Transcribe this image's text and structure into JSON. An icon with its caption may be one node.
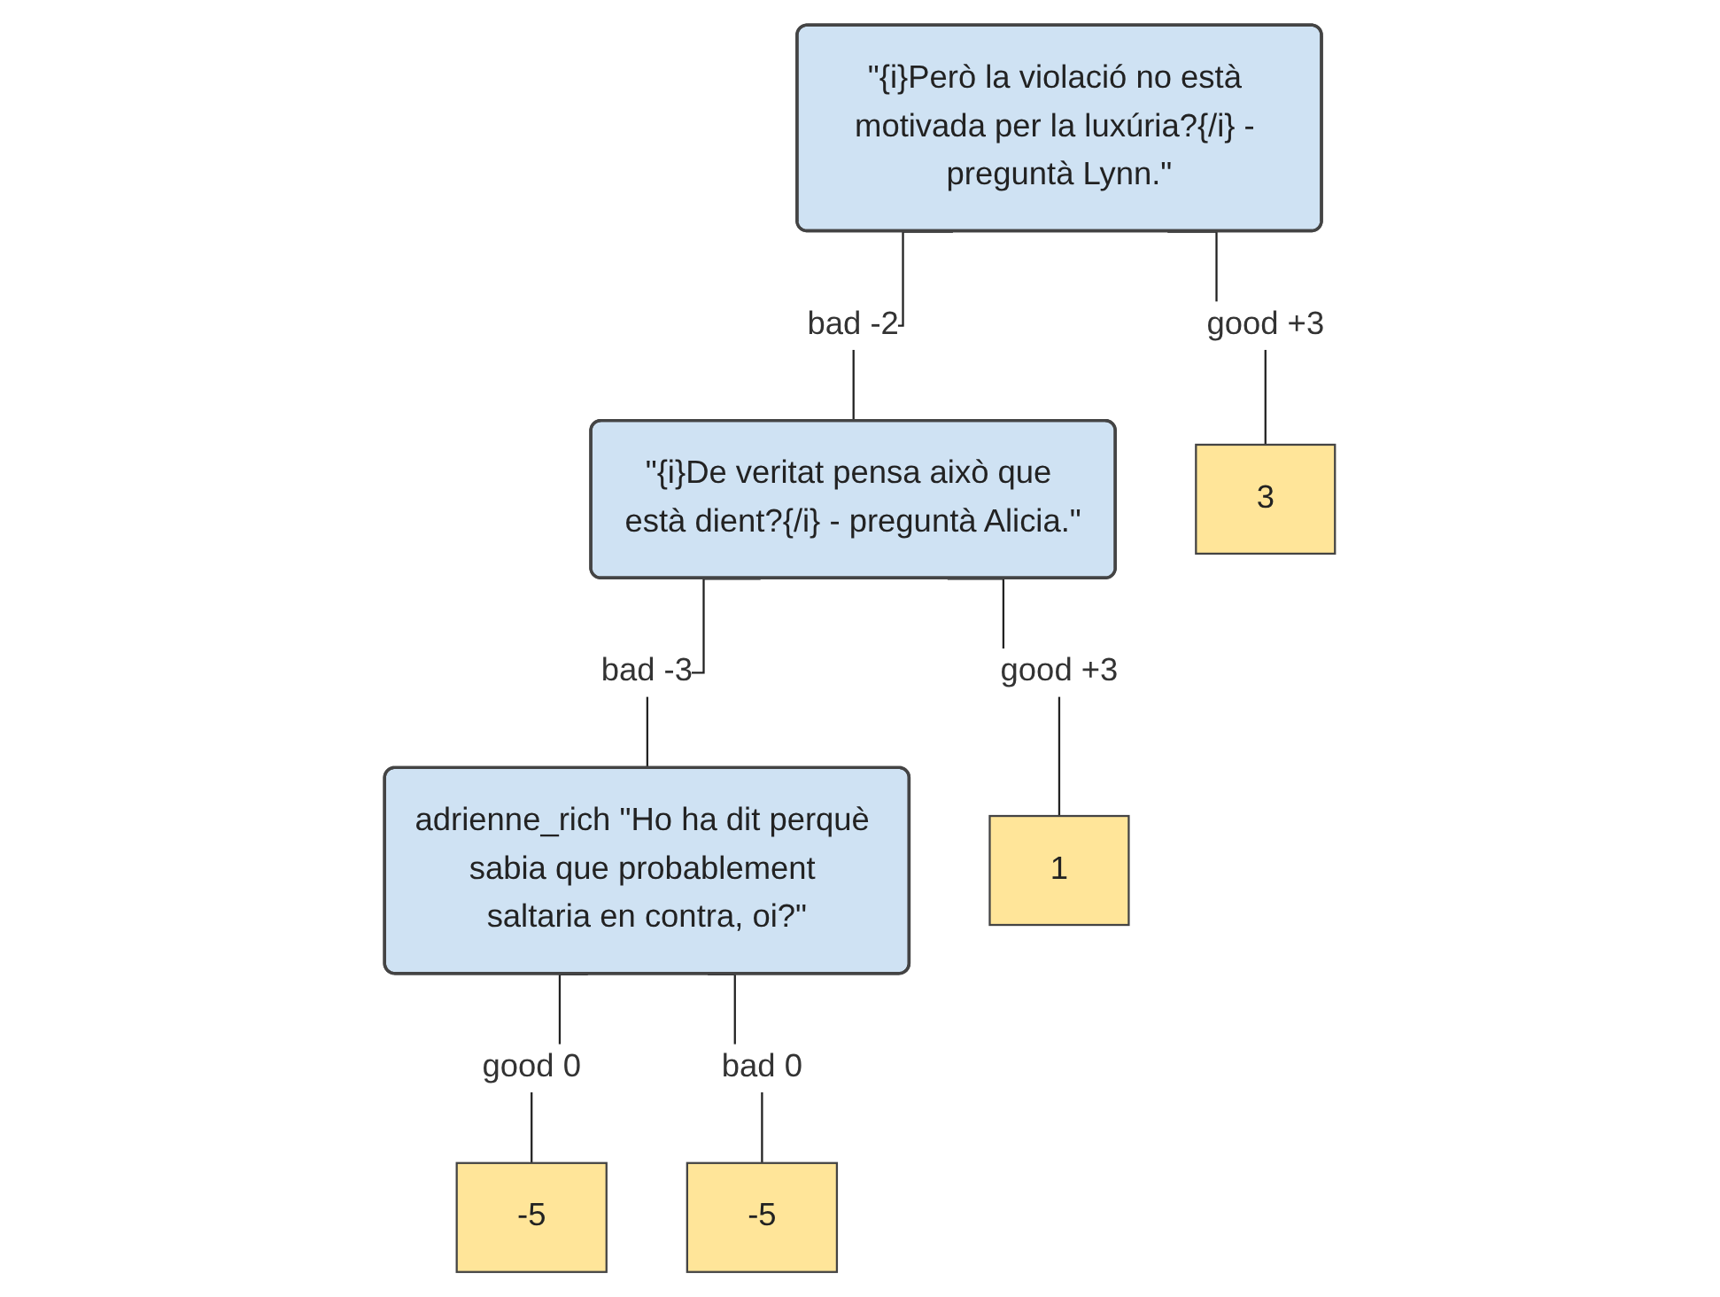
{
  "diagram": {
    "nodes": [
      {
        "text": [
          "\"{i}Però la violació no està motivada per la luxúria?{/i} - preguntà Lynn.\""
        ]
      },
      {
        "text": [
          "\"{i}De veritat pensa això que està dient?{/i} - preguntà Alicia.\""
        ]
      },
      {
        "text": [
          "adrienne_rich \"Ho ha dit perquè sabia que probablement saltaria en contra, oi?\""
        ]
      },
      {
        "text": [
          "3"
        ]
      },
      {
        "text": [
          "1"
        ]
      },
      {
        "text": [
          "-5"
        ]
      },
      {
        "text": [
          "-5"
        ]
      }
    ],
    "edges": [
      {
        "from": 0,
        "to": 3,
        "arrow": "none",
        "label": "good +3"
      },
      {
        "from": 0,
        "to": 1,
        "arrow": "none",
        "label": "bad -2"
      },
      {
        "from": 1,
        "to": 4,
        "arrow": "none",
        "label": "good +3"
      },
      {
        "from": 1,
        "to": 2,
        "arrow": "none",
        "label": "bad -3"
      },
      {
        "from": 2,
        "to": 5,
        "arrow": "none",
        "label": "good 0"
      },
      {
        "from": 2,
        "to": 6,
        "arrow": "none",
        "label": "bad 0"
      }
    ]
  }
}
